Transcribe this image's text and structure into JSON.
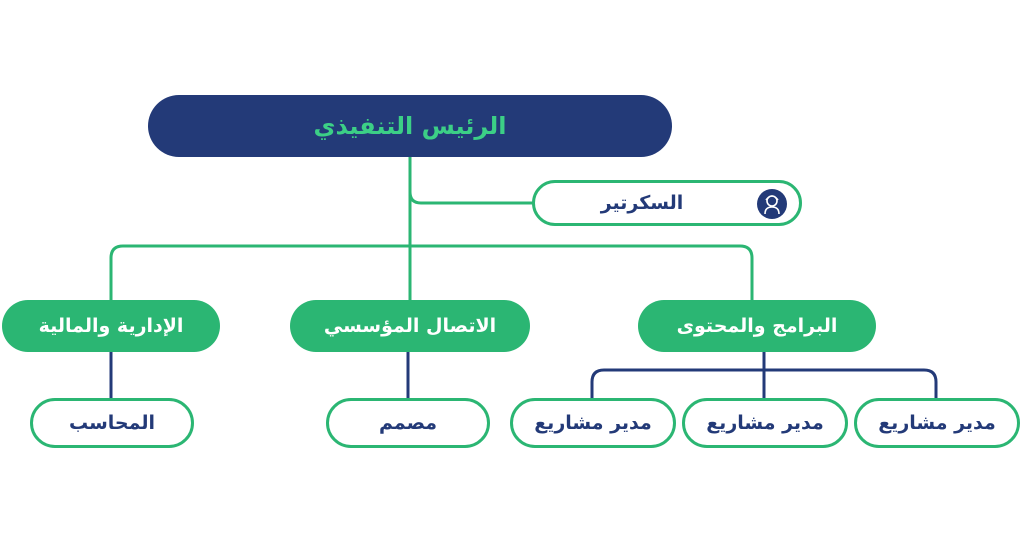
{
  "colors": {
    "navy": "#233a78",
    "green": "#2bb673",
    "ceo_text": "#3ccf86",
    "node_text": "#233a78",
    "white": "#ffffff"
  },
  "ceo": {
    "label": "الرئيس التنفيذي"
  },
  "secretary": {
    "label": "السكرتير",
    "icon": "person-icon"
  },
  "departments": [
    {
      "label": "البرامج والمحتوى"
    },
    {
      "label": "الاتصال المؤسسي"
    },
    {
      "label": "الإدارية والمالية"
    }
  ],
  "roles": {
    "project_manager_1": "مدير مشاريع",
    "project_manager_2": "مدير مشاريع",
    "project_manager_3": "مدير مشاريع",
    "designer": "مصمم",
    "accountant": "المحاسب"
  }
}
